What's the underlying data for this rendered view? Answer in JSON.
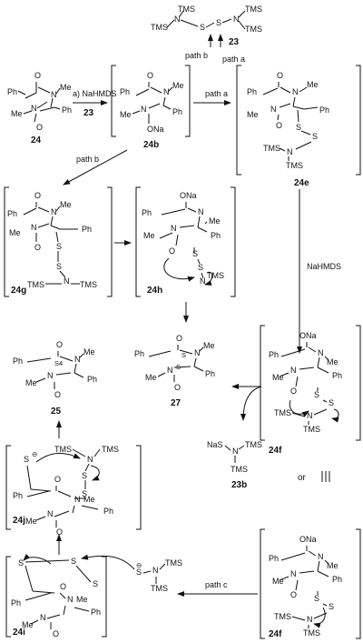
{
  "reagent_23": {
    "left_tms_top": "TMS",
    "left_tms_side": "TMS",
    "left_n": "N",
    "s1": "S",
    "s2": "S",
    "right_n": "N",
    "right_tms_top": "TMS",
    "right_tms_side": "TMS",
    "compound_label": "23",
    "path_b_label": "path b",
    "path_a_label": "path a"
  },
  "cmpd_24": {
    "ph1": "Ph",
    "ph2": "Ph",
    "me1": "Me",
    "me2": "Me",
    "n1": "N",
    "n2": "N",
    "o1": "O",
    "o2": "O",
    "label": "24"
  },
  "step_a": {
    "reagent": "a) NaHMDS",
    "reagent_label": "23"
  },
  "cmpd_24b": {
    "ph1": "Ph",
    "ph2": "Ph",
    "me1": "Me",
    "me2": "Me",
    "n1": "N",
    "n2": "N",
    "o": "O",
    "ona": "ONa",
    "label": "24b"
  },
  "arrow_path_a": "path a",
  "cmpd_24e": {
    "ph1": "Ph",
    "ph2": "Ph",
    "me1": "Me",
    "me2": "Me",
    "n1": "N",
    "n2": "N",
    "o1": "O",
    "o2": "O",
    "s1": "S",
    "s2": "S",
    "n3": "N",
    "tms1": "TMS",
    "tms2": "TMS",
    "label": "24e"
  },
  "arrow_path_b": "path b",
  "cmpd_24g": {
    "ph1": "Ph",
    "ph2": "Ph",
    "me1": "Me",
    "me2": "Me",
    "n1": "N",
    "n2": "N",
    "o1": "O",
    "o2": "O",
    "s1": "S",
    "s2": "S",
    "n3": "N",
    "tms1": "TMS",
    "tms2": "TMS",
    "label": "24g"
  },
  "cmpd_24h": {
    "ph1": "Ph",
    "ph2": "Ph",
    "me1": "Me",
    "me2": "Me",
    "n1": "N",
    "n2": "N",
    "ona": "ONa",
    "o": "O",
    "s1": "S",
    "s2": "S",
    "n3": "N",
    "tms": "TMS",
    "label": "24h"
  },
  "step_nahmds": "NaHMDS",
  "cmpd_25": {
    "ph1": "Ph",
    "ph2": "Ph",
    "me1": "Me",
    "me2": "Me",
    "n1": "N",
    "n2": "N",
    "o1": "O",
    "o2": "O",
    "s4": "S4",
    "label": "25"
  },
  "cmpd_27": {
    "ph1": "Ph",
    "ph2": "Ph",
    "me1": "Me",
    "me2": "Me",
    "n1": "N",
    "n2": "N",
    "o1": "O",
    "o2": "O",
    "s1": "S",
    "s2": "S",
    "label": "27"
  },
  "cmpd_24f_top": {
    "ph1": "Ph",
    "ph2": "Ph",
    "me1": "Me",
    "me2": "Me",
    "n1": "N",
    "n2": "N",
    "ona": "ONa",
    "o": "O",
    "s1": "S",
    "s2": "S",
    "n3": "N",
    "tms1": "TMS",
    "tms2": "TMS",
    "label": "24f"
  },
  "cmpd_23b": {
    "nas": "NaS",
    "n": "N",
    "tms1": "TMS",
    "tms2": "TMS",
    "label": "23b"
  },
  "or_text": "or",
  "cmpd_24j": {
    "tms1": "TMS",
    "tms2": "TMS",
    "n": "N",
    "s_minus": "S",
    "s1": "S",
    "s2": "S",
    "o1": "O",
    "o2": "O",
    "ph1": "Ph",
    "ph2": "Ph",
    "me1": "Me",
    "me2": "Me",
    "n1": "N",
    "n2": "N",
    "label": "24j"
  },
  "cmpd_24i": {
    "s1": "S",
    "s2": "S",
    "s3": "S",
    "s_minus": "S",
    "n": "N",
    "tms1": "TMS",
    "tms2": "TMS",
    "ph1": "Ph",
    "ph2": "Ph",
    "me1": "Me",
    "me2": "Me",
    "n1": "N",
    "n2": "N",
    "o1": "O",
    "o2": "O",
    "label": "24i"
  },
  "arrow_path_c": "path c",
  "cmpd_24f_bottom": {
    "ph1": "Ph",
    "ph2": "Ph",
    "me1": "Me",
    "me2": "Me",
    "n1": "N",
    "n2": "N",
    "ona": "ONa",
    "o": "O",
    "s1": "S",
    "s2": "S",
    "n3": "N",
    "tms1": "TMS",
    "tms2": "TMS",
    "label": "24f"
  }
}
